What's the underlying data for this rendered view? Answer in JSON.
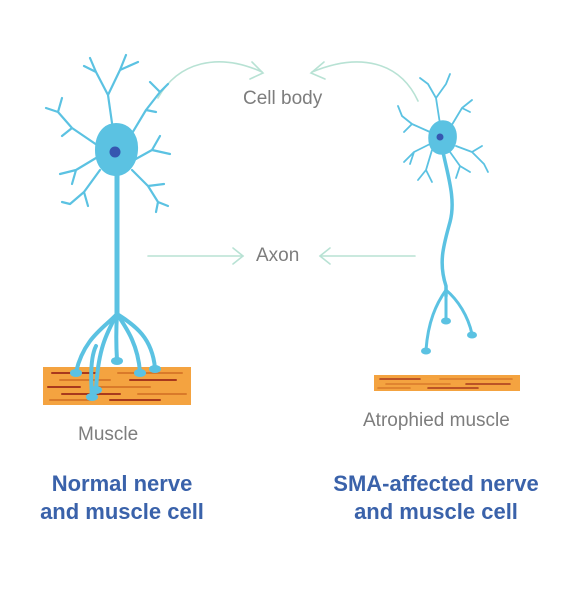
{
  "labels": {
    "cell_body": "Cell body",
    "axon": "Axon",
    "muscle": "Muscle",
    "atrophied_muscle": "Atrophied muscle"
  },
  "captions": {
    "normal_line1": "Normal nerve",
    "normal_line2": "and muscle cell",
    "sma_line1": "SMA-affected nerve",
    "sma_line2": "and muscle cell"
  },
  "colors": {
    "neuron": "#5bc2e2",
    "nucleus": "#3657b0",
    "muscle_fill": "#f4a340",
    "muscle_stripe_dark": "#a8391d",
    "muscle_stripe_light": "#d97a2a",
    "arrow": "#b8e2d4",
    "label_text": "#7d7d7d",
    "caption_text": "#3a62aa"
  }
}
